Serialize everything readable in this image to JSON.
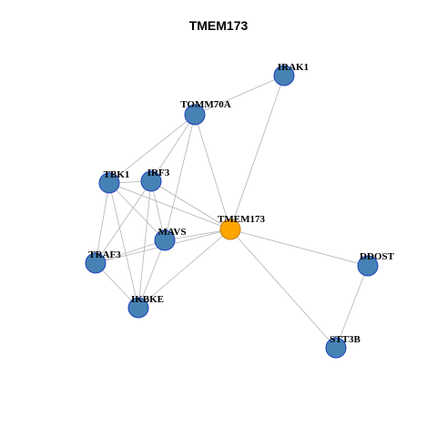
{
  "title": "TMEM173",
  "colors": {
    "edge": "#b3b3b3",
    "node_fill": "#4682b4",
    "node_stroke": "#1f3fbf",
    "center_fill": "#ffa500",
    "center_stroke": "#c47a00"
  },
  "nodes": [
    {
      "id": "TMEM173",
      "label": "TMEM173",
      "center": true
    },
    {
      "id": "IRAK1",
      "label": "IRAK1"
    },
    {
      "id": "TOMM70A",
      "label": "TOMM70A"
    },
    {
      "id": "TBK1",
      "label": "TBK1"
    },
    {
      "id": "IRF3",
      "label": "IRF3"
    },
    {
      "id": "MAVS",
      "label": "MAVS"
    },
    {
      "id": "TRAF3",
      "label": "TRAF3"
    },
    {
      "id": "IKBKE",
      "label": "IKBKE"
    },
    {
      "id": "DDOST",
      "label": "DDOST"
    },
    {
      "id": "STT3B",
      "label": "STT3B"
    }
  ],
  "edges": [
    [
      "TOMM70A",
      "IRAK1"
    ],
    [
      "IRAK1",
      "TMEM173"
    ],
    [
      "TOMM70A",
      "TBK1"
    ],
    [
      "TOMM70A",
      "IRF3"
    ],
    [
      "TOMM70A",
      "MAVS"
    ],
    [
      "TOMM70A",
      "TMEM173"
    ],
    [
      "TBK1",
      "IRF3"
    ],
    [
      "TBK1",
      "MAVS"
    ],
    [
      "TBK1",
      "TRAF3"
    ],
    [
      "TBK1",
      "IKBKE"
    ],
    [
      "TBK1",
      "TMEM173"
    ],
    [
      "IRF3",
      "MAVS"
    ],
    [
      "IRF3",
      "TRAF3"
    ],
    [
      "IRF3",
      "IKBKE"
    ],
    [
      "IRF3",
      "TMEM173"
    ],
    [
      "MAVS",
      "TRAF3"
    ],
    [
      "MAVS",
      "IKBKE"
    ],
    [
      "MAVS",
      "TMEM173"
    ],
    [
      "TRAF3",
      "IKBKE"
    ],
    [
      "TRAF3",
      "TMEM173"
    ],
    [
      "IKBKE",
      "TMEM173"
    ],
    [
      "TMEM173",
      "DDOST"
    ],
    [
      "TMEM173",
      "STT3B"
    ],
    [
      "DDOST",
      "STT3B"
    ]
  ]
}
